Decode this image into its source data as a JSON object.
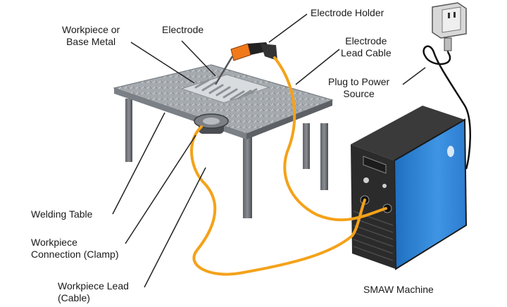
{
  "labels": {
    "workpiece": {
      "line1": "Workpiece or",
      "line2": "Base Metal"
    },
    "electrode": "Electrode",
    "electrode_holder": "Electrode Holder",
    "electrode_lead": {
      "line1": "Electrode",
      "line2": "Lead Cable"
    },
    "plug": {
      "line1": "Plug to Power",
      "line2": "Source"
    },
    "welding_table": "Welding Table",
    "workpiece_connection": {
      "line1": "Workpiece",
      "line2": "Connection (Clamp)"
    },
    "workpiece_lead": {
      "line1": "Workpiece Lead",
      "line2": "(Cable)"
    },
    "machine": "SMAW Machine"
  },
  "colors": {
    "cable": "#f4a21a",
    "machine_face": "#2c7fd0",
    "machine_body": "#2a2a2a",
    "table_top": "#9ea3a8",
    "holder": "#f07a1a"
  }
}
